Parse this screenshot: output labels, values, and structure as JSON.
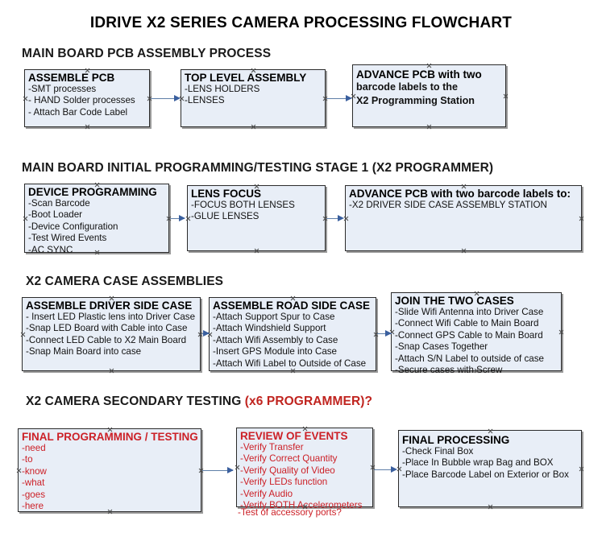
{
  "document": {
    "title": "IDRIVE X2  SERIES CAMERA PROCESSING FLOWCHART"
  },
  "sections": [
    {
      "id": "main-board-pcb-assembly",
      "heading": "MAIN BOARD PCB ASSEMBLY PROCESS",
      "heading_accent": ""
    },
    {
      "id": "main-board-initial-programming",
      "heading": "MAIN BOARD INITIAL PROGRAMMING/TESTING STAGE 1 (X2 PROGRAMMER)",
      "heading_accent": ""
    },
    {
      "id": "x2-camera-case-assemblies",
      "heading": "X2 CAMERA CASE ASSEMBLIES",
      "heading_accent": ""
    },
    {
      "id": "x2-camera-secondary-testing",
      "heading": "X2 CAMERA SECONDARY TESTING ",
      "heading_accent": "(x6 PROGRAMMER)?"
    }
  ],
  "boxes": {
    "assemble_pcb": {
      "header": "ASSEMBLE PCB",
      "lines": [
        "-SMT processes",
        "- HAND Solder processes",
        "- Attach Bar Code Label"
      ]
    },
    "top_level_assembly": {
      "header": "TOP LEVEL ASSEMBLY",
      "lines": [
        "-LENS HOLDERS",
        "-LENSES"
      ]
    },
    "advance_pcb_station": {
      "header": "ADVANCE PCB with two",
      "lines": [
        "barcode labels to the",
        " X2 Programming Station"
      ]
    },
    "device_programming": {
      "header": "DEVICE PROGRAMMING",
      "lines": [
        "-Scan Barcode",
        "-Boot Loader",
        "-Device Configuration",
        "-Test Wired Events",
        "-AC SYNC"
      ]
    },
    "lens_focus": {
      "header": "LENS FOCUS",
      "lines": [
        "-FOCUS BOTH LENSES",
        "-GLUE LENSES"
      ]
    },
    "advance_pcb_driver_side": {
      "header": "ADVANCE PCB with two barcode labels to:",
      "lines": [
        "-X2 DRIVER  SIDE  CASE  ASSEMBLY STATION"
      ]
    },
    "assemble_driver_side_case": {
      "header": "ASSEMBLE DRIVER SIDE CASE",
      "lines": [
        "- Insert LED Plastic lens into Driver Case",
        "-Snap LED Board with Cable into Case",
        "-Connect LED Cable to X2 Main Board",
        "-Snap Main Board into case"
      ]
    },
    "assemble_road_side_case": {
      "header": "ASSEMBLE ROAD SIDE CASE",
      "lines": [
        "-Attach Support Spur to Case",
        "-Attach Windshield Support",
        "-Attach Wifi Assembly to Case",
        "-Insert GPS Module into Case",
        "-Attach Wifi Label to Outside of Case"
      ]
    },
    "join_the_two_cases": {
      "header": "JOIN THE TWO CASES",
      "lines": [
        "-Slide Wifi Antenna into Driver Case",
        "-Connect Wifi Cable to Main Board",
        "-Connect GPS Cable to Main Board",
        "-Snap Cases Together",
        "-Attach S/N Label to outside of case",
        "-Secure cases with Screw"
      ]
    },
    "final_programming_testing": {
      "header": "FINAL PROGRAMMING / TESTING",
      "lines": [
        "-need",
        "-to",
        "-know",
        "-what",
        "-goes",
        "-here"
      ]
    },
    "review_of_events": {
      "header": "REVIEW OF EVENTS",
      "lines": [
        "-Verify Transfer",
        "-Verify Correct Quantity",
        "-Verify Quality of Video",
        "-Verify LEDs function",
        "-Verify Audio",
        "-Verify BOTH Accelerometers"
      ],
      "overflow_line": "-Test of accessory ports?"
    },
    "final_processing": {
      "header": "FINAL PROCESSING",
      "lines": [
        "-Check Final Box",
        "-Place In Bubble wrap Bag and BOX",
        "-Place Barcode Label on Exterior or Box"
      ]
    }
  },
  "colors": {
    "box_fill": "#e8eef7",
    "box_border": "#2b2b2b",
    "box_shadow": "#9a9a9a",
    "connector": "#5f7fa8",
    "arrow_head": "#3a5f9e",
    "accent_red": "#cc2027",
    "heading_red": "#c0241f",
    "text": "#000000"
  }
}
